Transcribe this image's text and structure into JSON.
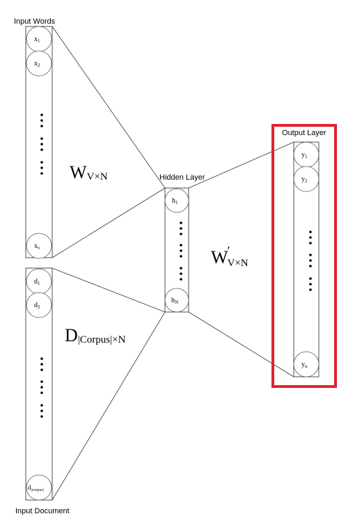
{
  "labels": {
    "input_words": "Input Words",
    "input_document": "Input Document",
    "hidden_layer": "Hidden Layer",
    "output_layer": "Output Layer"
  },
  "weights": {
    "w_main": "W",
    "w_sub": "V×N",
    "wp_main": "W",
    "wp_prime": "′",
    "wp_sub": "V×N",
    "d_main": "D",
    "d_sub": "|Corpus|×N"
  },
  "nodes": {
    "x1": {
      "base": "x",
      "sub": "1"
    },
    "x2": {
      "base": "x",
      "sub": "2"
    },
    "xv": {
      "base": "x",
      "sub": "v"
    },
    "d1": {
      "base": "d",
      "sub": "1"
    },
    "d2": {
      "base": "d",
      "sub": "2"
    },
    "dc": {
      "base": "d",
      "sub": "|corpus|"
    },
    "h1": {
      "base": "h",
      "sub": "1"
    },
    "hN": {
      "base": "h",
      "sub": "N"
    },
    "y1": {
      "base": "y",
      "sub": "1"
    },
    "y2": {
      "base": "y",
      "sub": "2"
    },
    "yn": {
      "base": "y",
      "sub": "n"
    }
  },
  "colors": {
    "highlight": "#e0232f",
    "stroke": "#222222"
  }
}
